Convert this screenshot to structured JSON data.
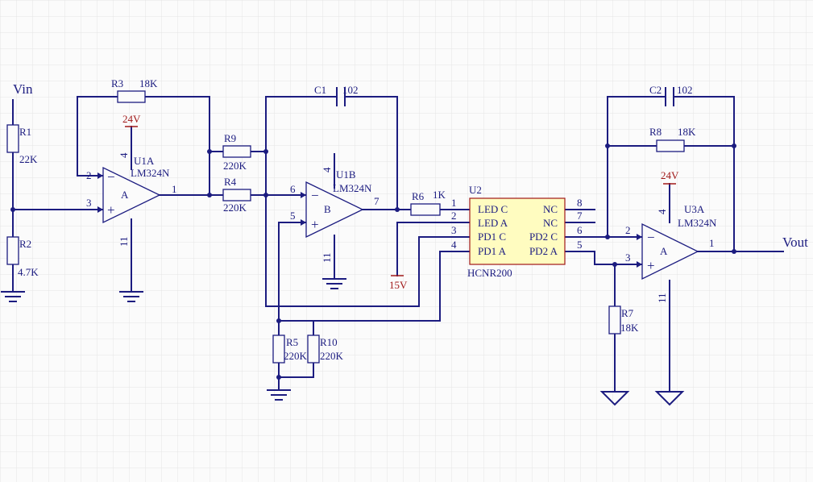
{
  "signals": {
    "vin": "Vin",
    "vout": "Vout"
  },
  "resistors": [
    {
      "ref": "R1",
      "value": "22K"
    },
    {
      "ref": "R2",
      "value": "4.7K"
    },
    {
      "ref": "R3",
      "value": "18K"
    },
    {
      "ref": "R9",
      "value": "220K"
    },
    {
      "ref": "R4",
      "value": "220K"
    },
    {
      "ref": "R5",
      "value": "220K"
    },
    {
      "ref": "R10",
      "value": "220K"
    },
    {
      "ref": "R6",
      "value": "1K"
    },
    {
      "ref": "R8",
      "value": "18K"
    },
    {
      "ref": "R7",
      "value": "18K"
    }
  ],
  "capacitors": [
    {
      "ref": "C1",
      "value": "102"
    },
    {
      "ref": "C2",
      "value": "102"
    }
  ],
  "opamps": [
    {
      "ref": "U1A",
      "part": "LM324N",
      "section": "A",
      "pins": {
        "inv": "2",
        "noninv": "3",
        "out": "1",
        "vcc": "4",
        "vee": "11"
      }
    },
    {
      "ref": "U1B",
      "part": "LM324N",
      "section": "B",
      "pins": {
        "inv": "6",
        "noninv": "5",
        "out": "7",
        "vcc": "4",
        "vee": "11"
      }
    },
    {
      "ref": "U3A",
      "part": "LM324N",
      "section": "A",
      "pins": {
        "inv": "2",
        "noninv": "3",
        "out": "1",
        "vcc": "4",
        "vee": "11"
      }
    }
  ],
  "optocoupler": {
    "ref": "U2",
    "part": "HCNR200",
    "left_pins": [
      {
        "num": "1",
        "name": "LED C"
      },
      {
        "num": "2",
        "name": "LED A"
      },
      {
        "num": "3",
        "name": "PD1 C"
      },
      {
        "num": "4",
        "name": "PD1 A"
      }
    ],
    "right_pins": [
      {
        "num": "8",
        "name": "NC"
      },
      {
        "num": "7",
        "name": "NC"
      },
      {
        "num": "6",
        "name": "PD2 C"
      },
      {
        "num": "5",
        "name": "PD2 A"
      }
    ]
  },
  "power": {
    "u1a_supply": "24V",
    "u3a_supply": "24V",
    "u2_supply": "15V"
  }
}
